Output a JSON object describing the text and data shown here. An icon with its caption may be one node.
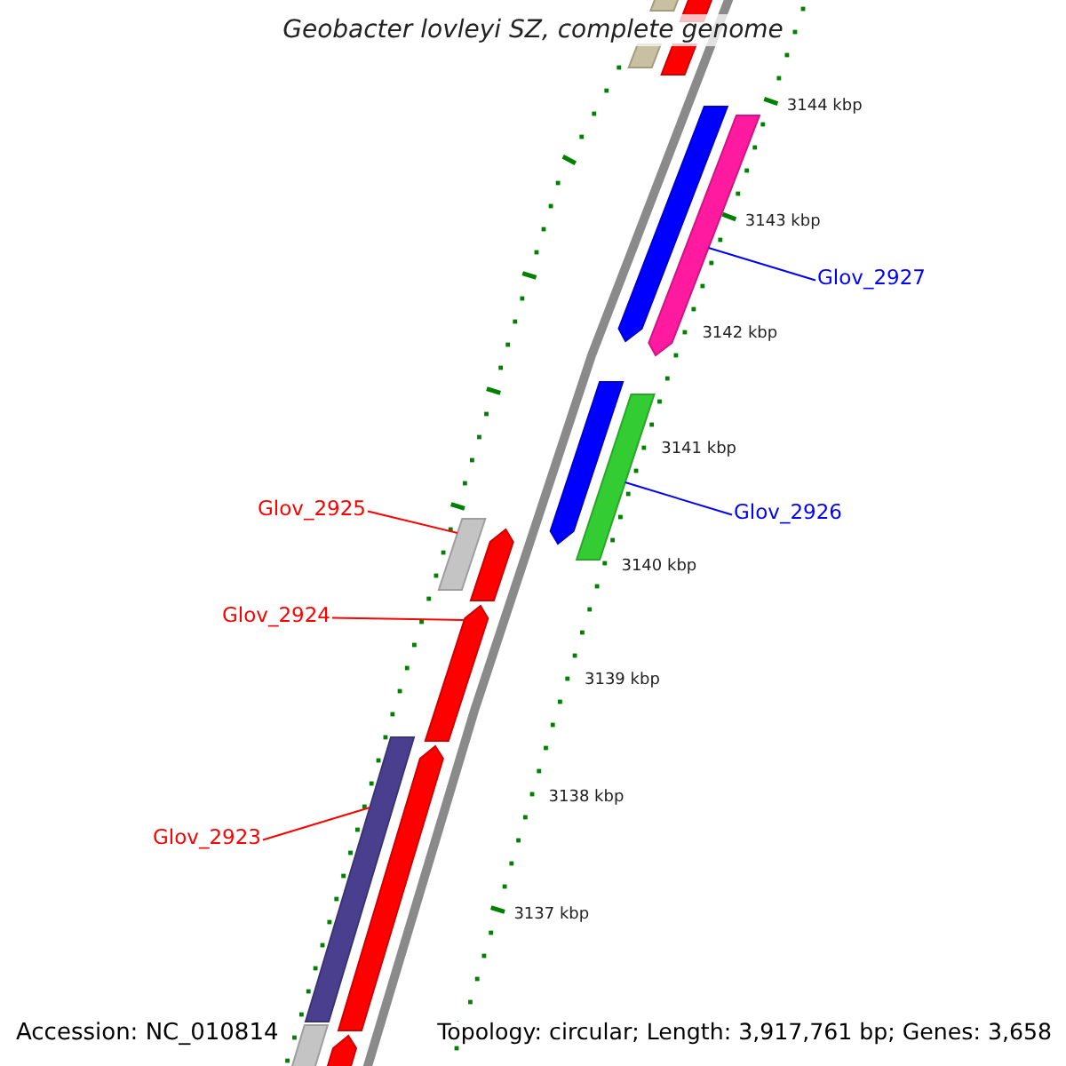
{
  "diagram": {
    "title": "Geobacter lovleyi SZ, complete genome",
    "nodes": [
      {
        "text": [
          "Glov_2927"
        ]
      },
      {
        "text": [
          "Glov_2925"
        ]
      },
      {
        "text": [
          "Glov_2926"
        ]
      },
      {
        "text": [
          "Glov_2924"
        ]
      },
      {
        "text": [
          "Glov_2923"
        ]
      },
      {
        "text": [],
        "shape": "bar"
      },
      {
        "text": [],
        "shape": "bar"
      },
      {
        "text": [],
        "shape": "bar"
      },
      {
        "text": [],
        "shape": "bar"
      },
      {
        "text": [],
        "shape": "bar"
      },
      {
        "text": [],
        "shape": "bar"
      },
      {
        "text": [],
        "shape": "bar"
      },
      {
        "text": [],
        "shape": "bar"
      },
      {
        "text": [],
        "shape": "bar"
      },
      {
        "text": [],
        "shape": "bar"
      },
      {
        "text": [],
        "shape": "bar"
      },
      {
        "text": [],
        "shape": "bar"
      },
      {
        "text": [],
        "shape": "bar"
      },
      {
        "text": [],
        "shape": "bar"
      },
      {
        "text": [],
        "shape": "bar"
      }
    ],
    "edges": [
      {
        "from": 0,
        "to": 10,
        "arrow": "none",
        "color": "#0000ff"
      },
      {
        "from": 1,
        "to": 13,
        "arrow": "none"
      },
      {
        "from": 2,
        "to": 12,
        "arrow": "none",
        "color": "#0000ff"
      },
      {
        "from": 3,
        "to": 15,
        "arrow": "none"
      },
      {
        "from": 4,
        "to": 16,
        "arrow": "none"
      }
    ],
    "labels": [
      "3144 kbp",
      "3143 kbp",
      "3142 kbp",
      "3141 kbp",
      "3140 kbp",
      "3139 kbp",
      "3138 kbp",
      "3137 kbp",
      "Accession: NC_010814",
      "Topology: circular; Length: 3,917,761 bp; Genes: 3,658"
    ]
  }
}
